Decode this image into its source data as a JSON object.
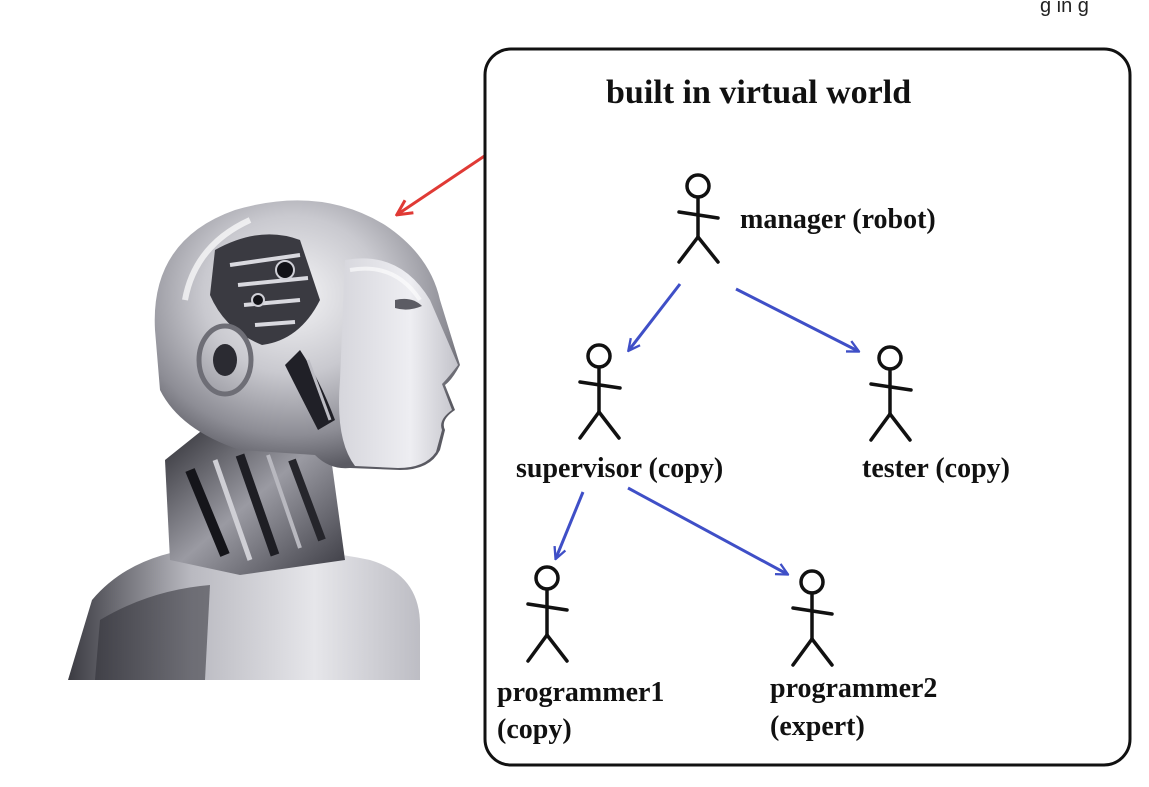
{
  "header": {
    "corner_snippet": "g in g"
  },
  "diagram": {
    "title": "built in virtual world",
    "colors": {
      "pointer_arrow": "#e03a35",
      "tree_arrow": "#3f4fc7",
      "outline": "#111111"
    },
    "nodes": {
      "manager": {
        "label": "manager (robot)"
      },
      "supervisor": {
        "label": "supervisor (copy)"
      },
      "tester": {
        "label": "tester (copy)"
      },
      "programmer1": {
        "line1": "programmer1",
        "line2": "(copy)"
      },
      "programmer2": {
        "line1": "programmer2",
        "line2": "(expert)"
      }
    },
    "edges": [
      {
        "from": "manager",
        "to": "supervisor"
      },
      {
        "from": "manager",
        "to": "tester"
      },
      {
        "from": "supervisor",
        "to": "programmer1"
      },
      {
        "from": "supervisor",
        "to": "programmer2"
      }
    ]
  },
  "robot_image": {
    "icon": "robot-head-illustration"
  }
}
